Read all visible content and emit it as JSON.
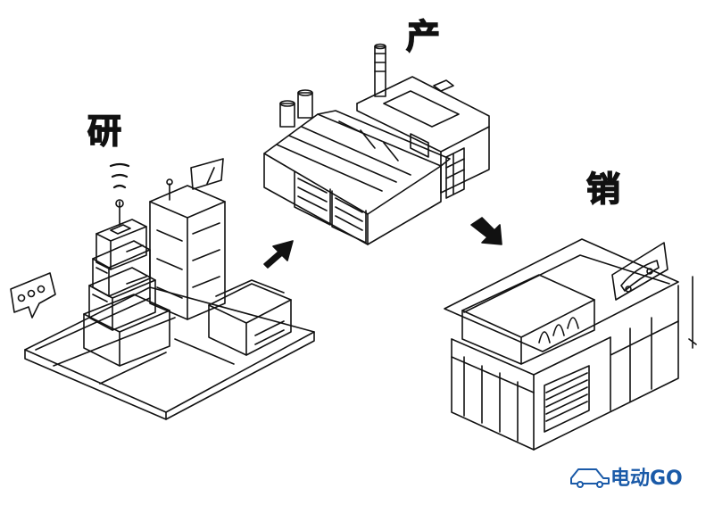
{
  "labels": {
    "research": "研",
    "production": "产",
    "sales": "销"
  },
  "brand": {
    "name": "电动GO",
    "icon": "car-outline-icon",
    "color": "#1a5aa8"
  },
  "colors": {
    "ink": "#111111",
    "background": "#ffffff"
  },
  "icons": [
    "speech-bubble-icon",
    "wifi-signal-icon",
    "flag-icon",
    "arrow-up-right-icon",
    "arrow-down-right-icon"
  ]
}
